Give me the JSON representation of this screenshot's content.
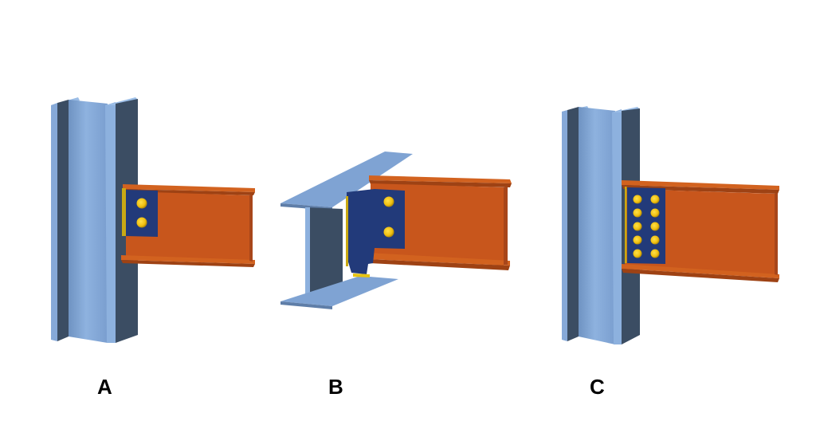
{
  "figure": {
    "description": "Three steel beam-to-column / beam-to-girder shear connections",
    "colors": {
      "column_light": "#7ea3d4",
      "column_mid": "#8db1de",
      "column_dark": "#3b4d63",
      "beam": "#c8561c",
      "beam_flange": "#d2621f",
      "beam_flange_dark": "#8e3a12",
      "plate": "#223a7a",
      "weld": "#c9a914",
      "bolt": "#f2c40f",
      "bolt_shade": "#b38a07"
    },
    "panels": [
      {
        "id": "A",
        "label": "A",
        "support": "column",
        "connection": "single-plate (shear tab)",
        "bolt_rows": 2,
        "bolt_columns": 1
      },
      {
        "id": "B",
        "label": "B",
        "support": "girder",
        "connection": "coped beam with shear tab",
        "bolt_rows": 2,
        "bolt_columns": 1
      },
      {
        "id": "C",
        "label": "C",
        "support": "column",
        "connection": "extended shear tab",
        "bolt_rows": 5,
        "bolt_columns": 2
      }
    ]
  }
}
